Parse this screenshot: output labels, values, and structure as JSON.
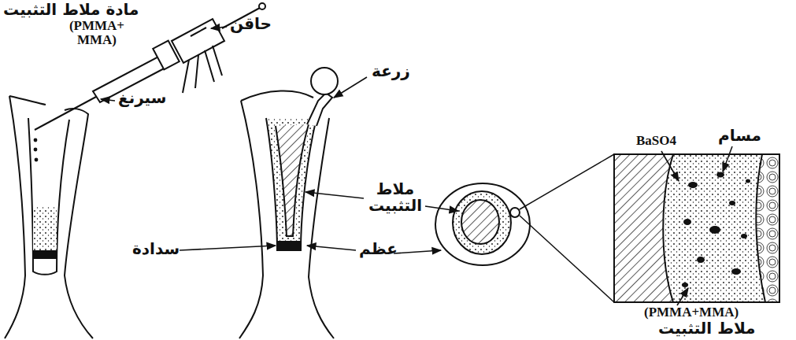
{
  "diagram": {
    "labels": [
      "مادة ملاط التثبيت",
      "(PMMA+ MMA)",
      "حاقن",
      "سيرنغ",
      "زرعة",
      "ملاط التثبيت",
      "سدادة",
      "عظم",
      "مسام",
      "BaSO4",
      "(PMMA+MMA)",
      "ملاط التثبيت"
    ]
  }
}
